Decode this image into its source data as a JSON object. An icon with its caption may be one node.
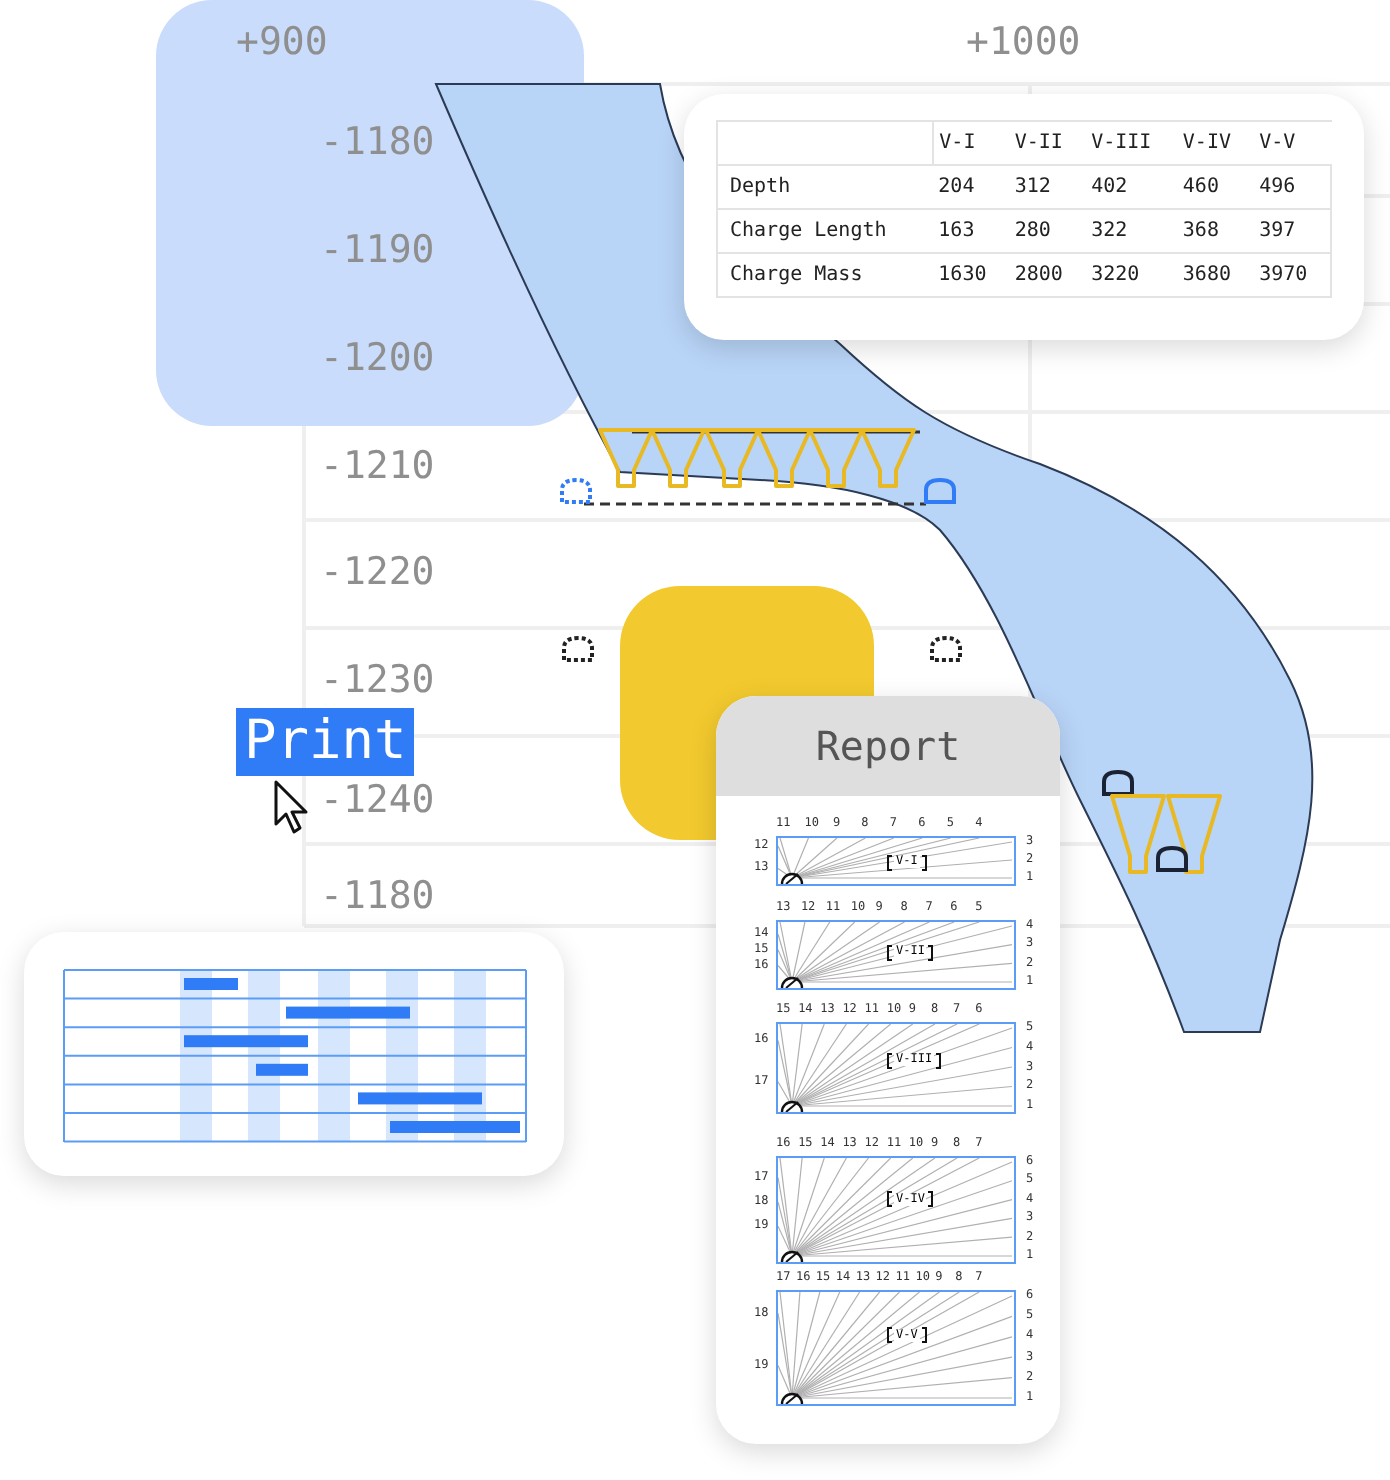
{
  "diagram": {
    "nodes": [
      {
        "text": [
          "Print"
        ]
      },
      {
        "text": [
          "Report"
        ]
      },
      {
        "text": [
          "V-I"
        ],
        "in": 1,
        "beside": [
          "11",
          "10",
          "9",
          "8",
          "7",
          "6",
          "5",
          "4",
          "3",
          "2",
          "1",
          "12",
          "13"
        ]
      },
      {
        "text": [
          "V-II"
        ],
        "in": 1,
        "beside": [
          "13",
          "12",
          "11",
          "10",
          "9",
          "8",
          "7",
          "6",
          "5",
          "4",
          "3",
          "2",
          "1",
          "14",
          "15",
          "16"
        ]
      },
      {
        "text": [
          "V-III"
        ],
        "in": 1,
        "beside": [
          "15",
          "14",
          "13",
          "12",
          "11",
          "10",
          "9",
          "8",
          "7",
          "6",
          "5",
          "4",
          "3",
          "2",
          "1",
          "16",
          "17"
        ]
      },
      {
        "text": [
          "V-IV"
        ],
        "in": 1,
        "beside": [
          "16",
          "15",
          "14",
          "13",
          "12",
          "11",
          "10",
          "9",
          "8",
          "7",
          "6",
          "5",
          "4",
          "3",
          "2",
          "1",
          "17",
          "18",
          "19"
        ]
      },
      {
        "text": [
          "V-V"
        ],
        "in": 1,
        "beside": [
          "17",
          "16",
          "15",
          "14",
          "13",
          "12",
          "11",
          "10",
          "9",
          "8",
          "7",
          "6",
          "5",
          "4",
          "3",
          "2",
          "1",
          "18",
          "19"
        ]
      }
    ],
    "labels": [
      "+900",
      "+1000",
      "-1180",
      "-1190",
      "-1200",
      "-1210",
      "-1220",
      "-1230",
      "-1240",
      "-1180",
      "V-I",
      "V-II",
      "V-III",
      "V-IV",
      "V-V",
      "Depth",
      "204",
      "312",
      "402",
      "460",
      "496",
      "Charge Length",
      "163",
      "280",
      "322",
      "368",
      "397",
      "Charge Mass",
      "1630",
      "2800",
      "3220",
      "3680",
      "3970"
    ]
  }
}
